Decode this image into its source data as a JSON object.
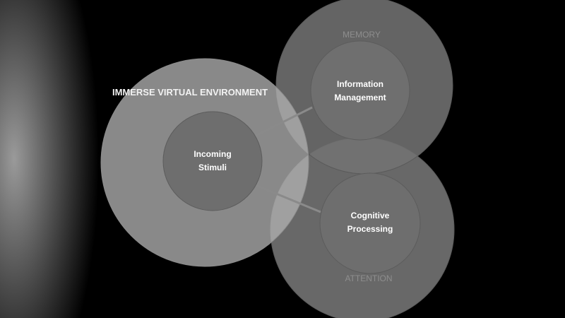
{
  "diagram": {
    "outer_left_label": "IMMERSE VIRTUAL ENVIRONMENT",
    "top_right_label": "MEMORY",
    "bottom_right_label": "ATTENTION",
    "inner_left": {
      "line1": "Incoming",
      "line2": "Stimuli"
    },
    "inner_top_right": {
      "line1": "Information",
      "line2": "Management"
    },
    "inner_bottom_right": {
      "line1": "Cognitive",
      "line2": "Processing"
    }
  },
  "colors": {
    "background": "#000000",
    "big_circle_left": "#a8a8a8",
    "big_circle_right": "#707070",
    "inner_circle": "#6e6e6e",
    "stroke": "#8a8a8a"
  }
}
